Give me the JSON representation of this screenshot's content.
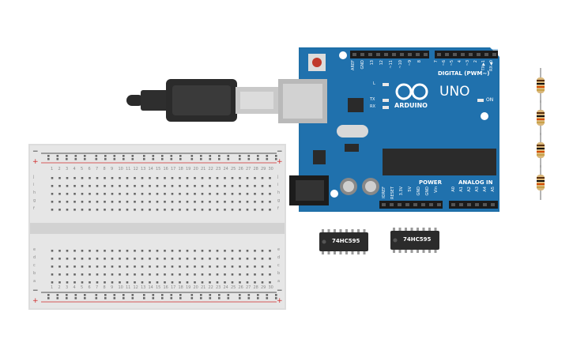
{
  "arduino": {
    "brand": "ARDUINO",
    "model": "UNO",
    "digital_label": "DIGITAL (PWM~)",
    "power_label": "POWER",
    "analog_label": "ANALOG IN",
    "on_label": "ON",
    "led_l": "L",
    "led_tx": "TX",
    "led_rx": "RX",
    "digital_pins": [
      "AREF",
      "GND",
      "13",
      "12",
      "~11",
      "~10",
      "~9",
      "8",
      "7",
      "~6",
      "~5",
      "4",
      "~3",
      "2",
      "TX▶1",
      "RX◀0"
    ],
    "power_pins": [
      "IOREF",
      "RESET",
      "3.3V",
      "5V",
      "GND",
      "GND",
      "Vin"
    ],
    "analog_pins": [
      "A0",
      "A1",
      "A2",
      "A3",
      "A4",
      "A5"
    ]
  },
  "chips": [
    {
      "label": "74HC595"
    },
    {
      "label": "74HC595"
    }
  ],
  "breadboard": {
    "top_rows": [
      "j",
      "i",
      "h",
      "g",
      "f"
    ],
    "bottom_rows": [
      "e",
      "d",
      "c",
      "b",
      "a"
    ],
    "columns": [
      "1",
      "2",
      "3",
      "4",
      "5",
      "6",
      "7",
      "8",
      "9",
      "10",
      "11",
      "12",
      "13",
      "14",
      "15",
      "16",
      "17",
      "18",
      "19",
      "20",
      "21",
      "22",
      "23",
      "24",
      "25",
      "26",
      "27",
      "28",
      "29",
      "30"
    ],
    "rail_plus": "+",
    "rail_minus": "−"
  },
  "resistor_count": 4,
  "colors": {
    "board_blue": "#1f6fa8",
    "breadboard": "#e4e4e4",
    "rail_red": "#d12b2b",
    "rail_dark": "#222222",
    "chip_black": "#2b2b2b"
  }
}
